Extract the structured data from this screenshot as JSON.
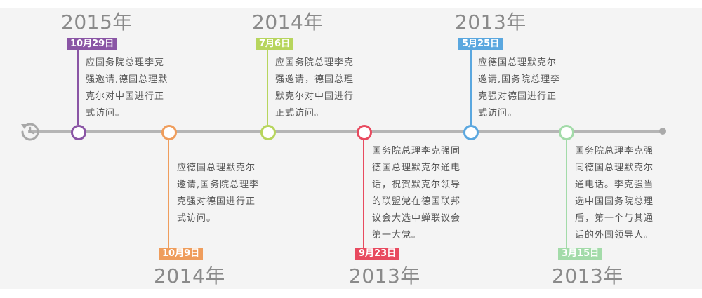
{
  "events": [
    {
      "id": "e1",
      "year": "2015年",
      "date": "10月29日",
      "color": "#8a55a5",
      "text": "应国务院总理李克\n强邀请,德国总理默\n克尔对中国进行正\n式访问。"
    },
    {
      "id": "e2",
      "year": "2014年",
      "date": "10月9日",
      "color": "#ef9d5c",
      "text": "应德国总理默克尔\n邀请,国务院总理李\n克强对德国进行正\n式访问。"
    },
    {
      "id": "e3",
      "year": "2014年",
      "date": "7月6日",
      "color": "#b7d55d",
      "text": "应国务院总理李克\n强邀请，德国总理\n默克尔对中国进行\n正式访问。"
    },
    {
      "id": "e4",
      "year": "2013年",
      "date": "9月23日",
      "color": "#e84a5f",
      "text": "国务院总理李克强同\n德国总理默克尔通电\n话，祝贺默克尔领导\n的联盟党在德国联邦\n议会大选中蝉联议会\n第一大党。"
    },
    {
      "id": "e5",
      "year": "2013年",
      "date": "5月25日",
      "color": "#5aa7df",
      "text": "应德国总理默克尔\n邀请,国务院总理李\n克强对德国进行正\n式访问。"
    },
    {
      "id": "e6",
      "year": "2013年",
      "date": "3月15日",
      "color": "#a3dba9",
      "text": "国务院总理李克强\n同德国总理默克尔\n通电话。李克强当\n选中国国务院总理\n后，第一个与其通\n话的外国领导人。"
    }
  ],
  "icons": {
    "timeline_start": "clock-icon"
  }
}
